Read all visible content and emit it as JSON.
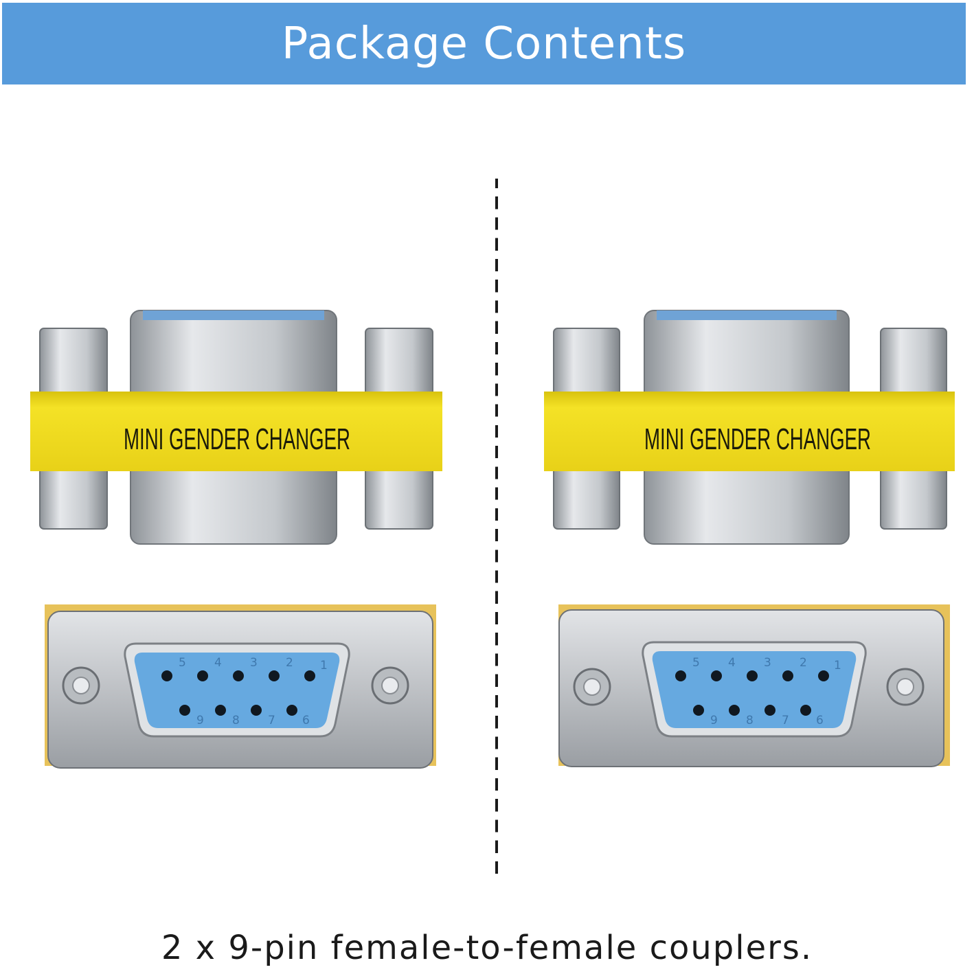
{
  "header": {
    "title": "Package Contents",
    "background": "#579bdb"
  },
  "products": [
    {
      "label": "MINI GENDER CHANGER",
      "pins_top": [
        "5",
        "4",
        "3",
        "2",
        "1"
      ],
      "pins_bottom": [
        "9",
        "8",
        "7",
        "6"
      ]
    },
    {
      "label": "MINI GENDER CHANGER",
      "pins_top": [
        "5",
        "4",
        "3",
        "2",
        "1"
      ],
      "pins_bottom": [
        "9",
        "8",
        "7",
        "6"
      ]
    }
  ],
  "colors": {
    "band": "#f2de1e",
    "connector_face": "#66a9e0",
    "metal": "#c9ccd1"
  },
  "caption": "2 x 9-pin female-to-female couplers."
}
